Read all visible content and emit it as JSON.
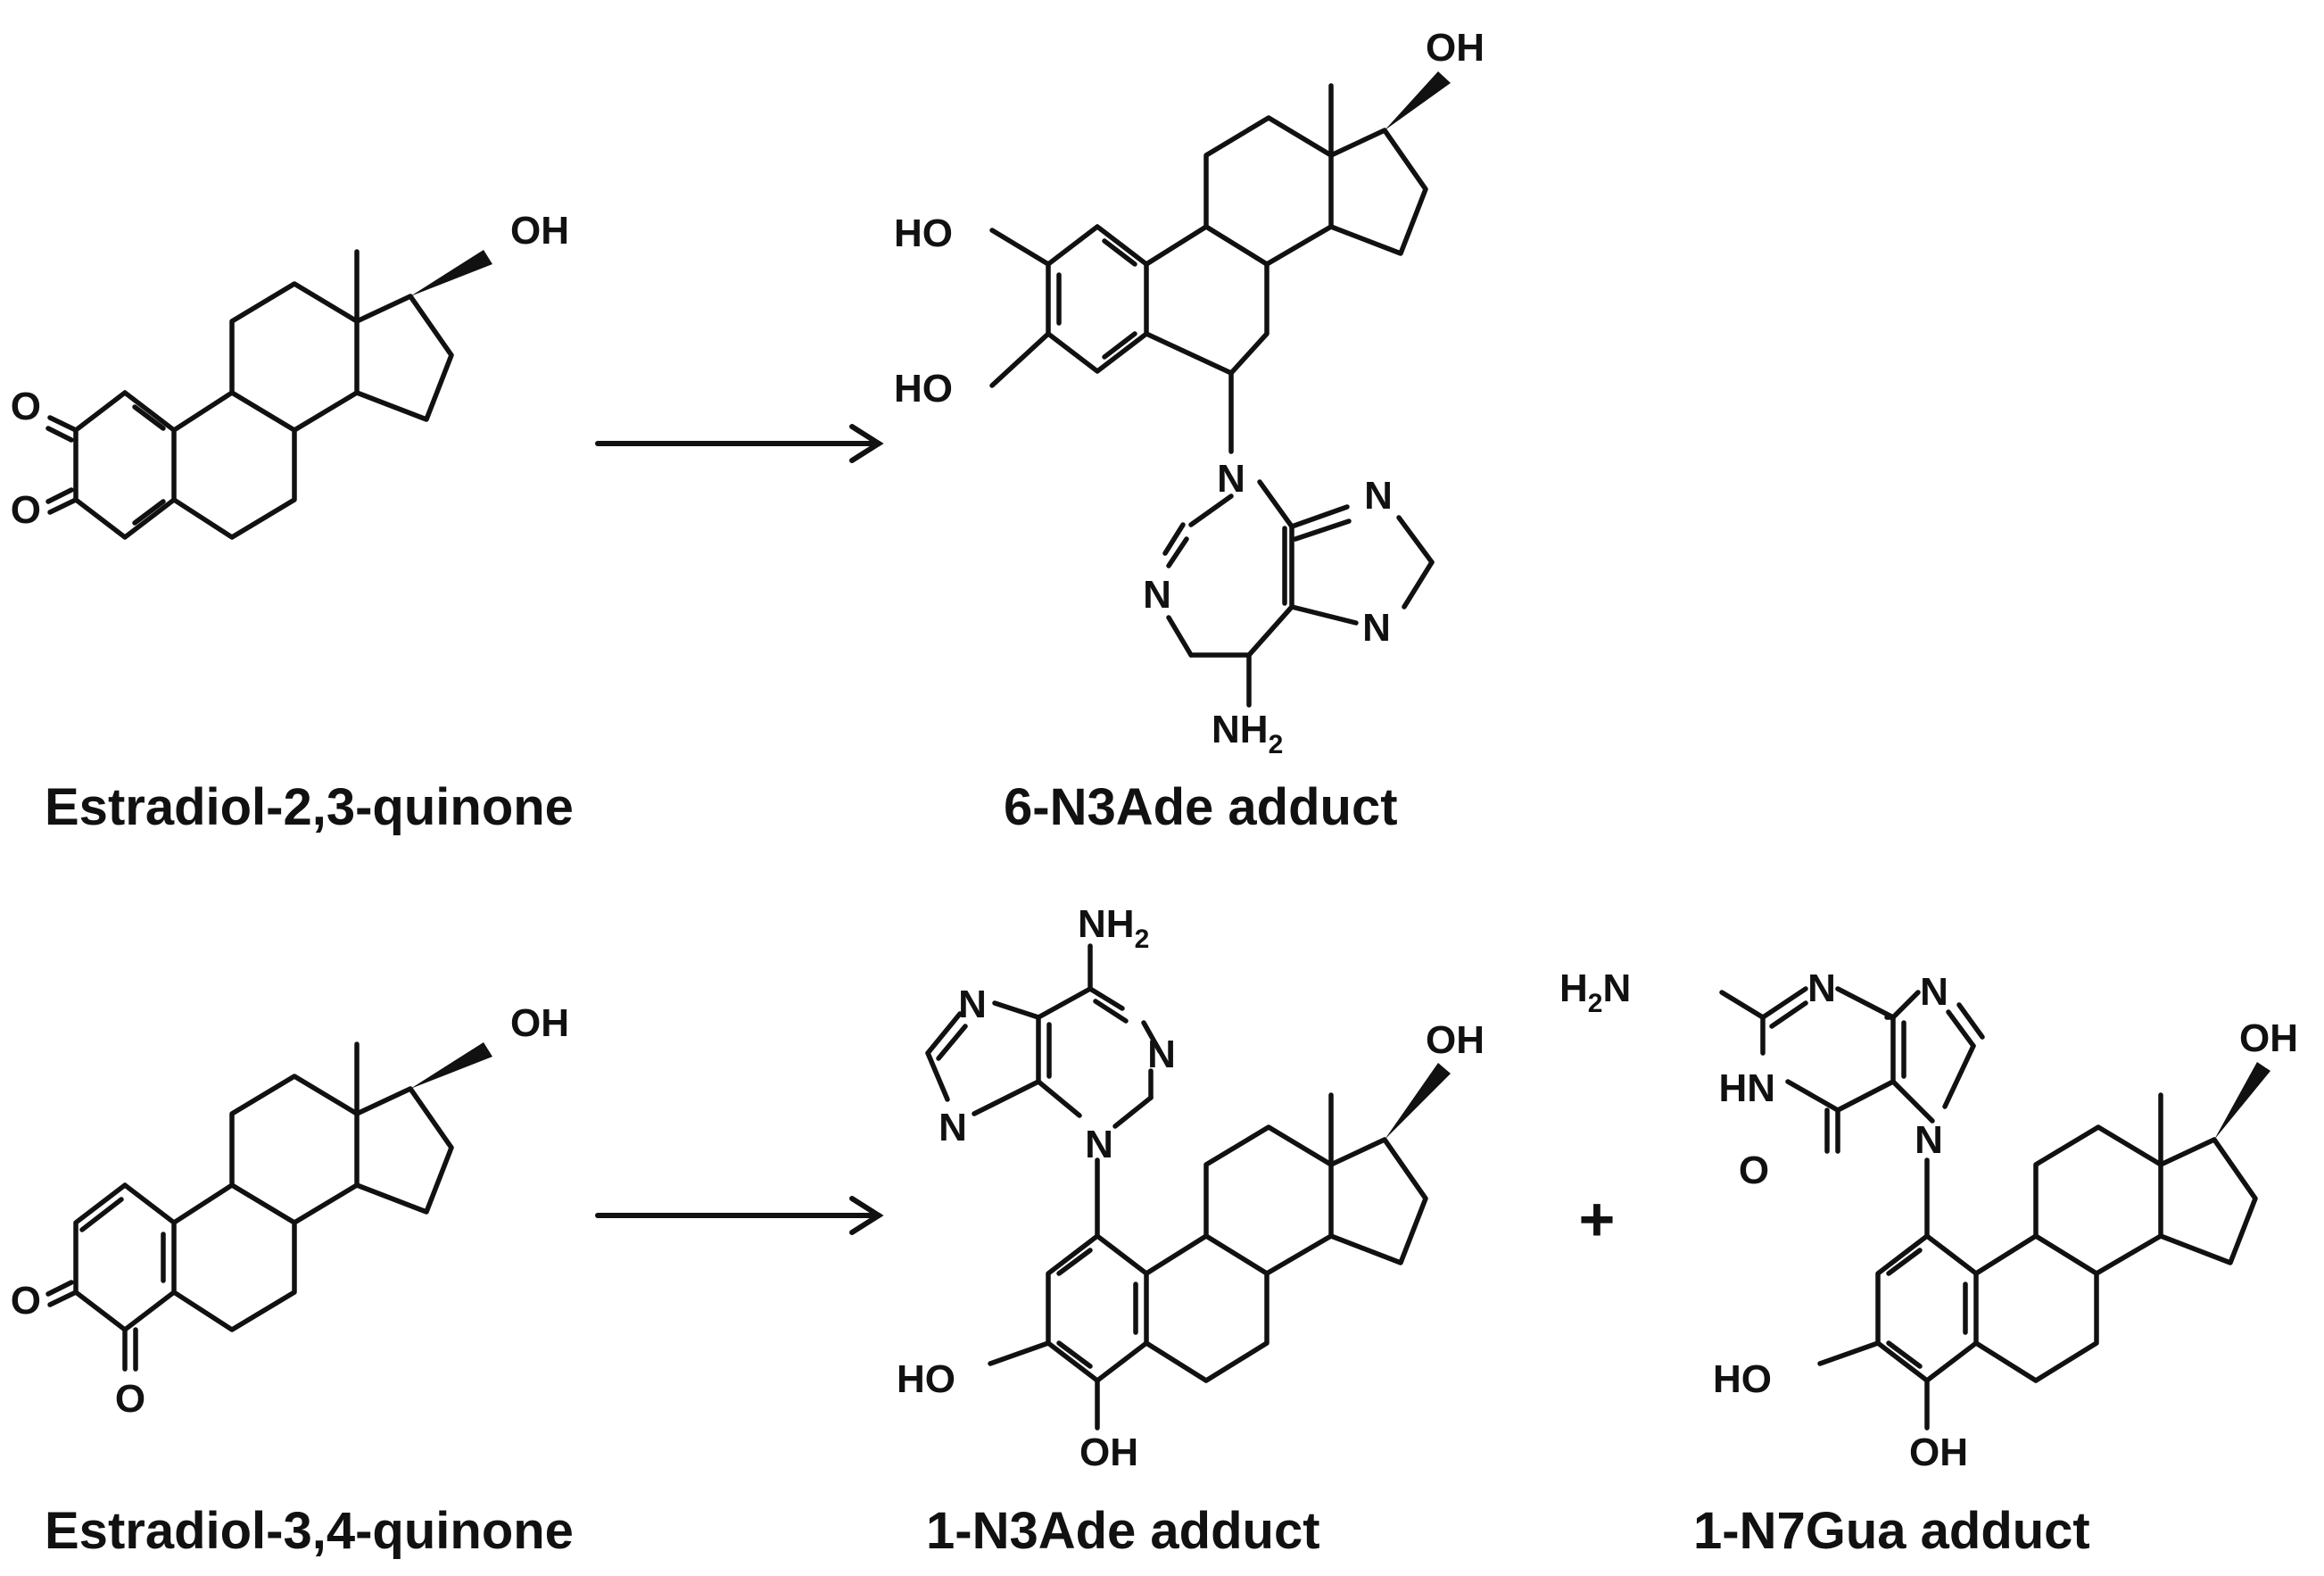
{
  "captions": {
    "e23q": "Estradiol-2,3-quinone",
    "n3ade_6": "6-N3Ade adduct",
    "e34q": "Estradiol-3,4-quinone",
    "n3ade_1": "1-N3Ade adduct",
    "n7gua_1": "1-N7Gua adduct"
  },
  "plus": "+",
  "atoms": {
    "oh": "OH",
    "ho": "HO",
    "o": "O",
    "n": "N",
    "hn": "HN",
    "nh": "NH",
    "h": "H",
    "two": "2"
  },
  "colors": {
    "ink": "#111111",
    "background": "#ffffff"
  }
}
